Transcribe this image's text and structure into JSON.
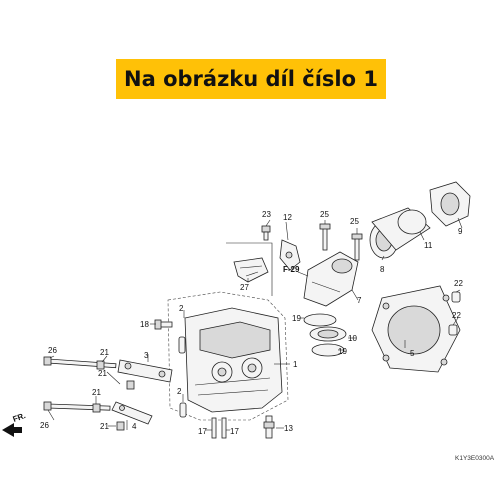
{
  "banner": {
    "text": "Na obrázku díl číslo 1"
  },
  "diagram": {
    "code": "K1Y3E0300A",
    "front_marker": "FR.",
    "ref_label": "F-29",
    "callouts": {
      "p1": "1",
      "p2a": "2",
      "p2b": "2",
      "p3": "3",
      "p4": "4",
      "p5": "5",
      "p7": "7",
      "p8": "8",
      "p9": "9",
      "p10": "10",
      "p11": "11",
      "p12": "12",
      "p13": "13",
      "p17a": "17",
      "p17b": "17",
      "p18": "18",
      "p19a": "19",
      "p19b": "19",
      "p21a": "21",
      "p21b": "21",
      "p21c": "21",
      "p21d": "21",
      "p22a": "22",
      "p22b": "22",
      "p23": "23",
      "p25a": "25",
      "p25b": "25",
      "p26a": "26",
      "p26b": "26",
      "p27": "27"
    }
  },
  "colors": {
    "banner": "#ffc107",
    "line": "#222222"
  }
}
